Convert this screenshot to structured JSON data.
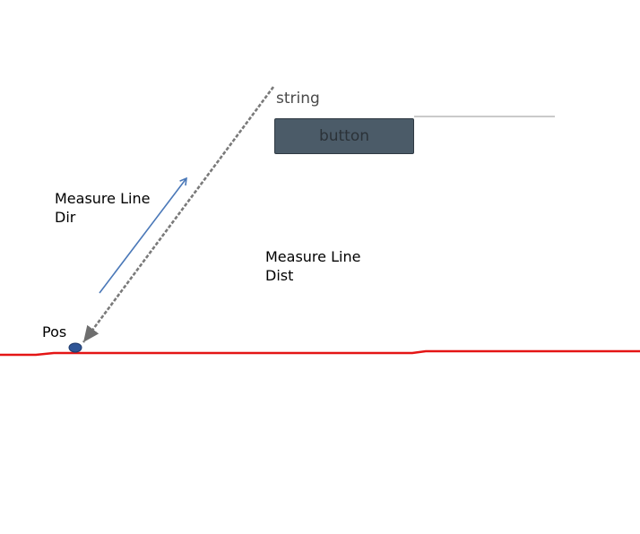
{
  "labels": {
    "pos": "Pos",
    "dir_line1": "Measure Line",
    "dir_line2": "Dir",
    "dist_line1": "Measure Line",
    "dist_line2": "Dist"
  },
  "ui": {
    "string_text": "string",
    "button_label": "button"
  },
  "colors": {
    "ground_line": "#e41515",
    "direction_arrow": "#4a78b8",
    "measure_line": "#7a7a7a",
    "position_marker": "#2f5597",
    "button_fill": "#4b5b68",
    "underline": "#b8b8b8"
  }
}
